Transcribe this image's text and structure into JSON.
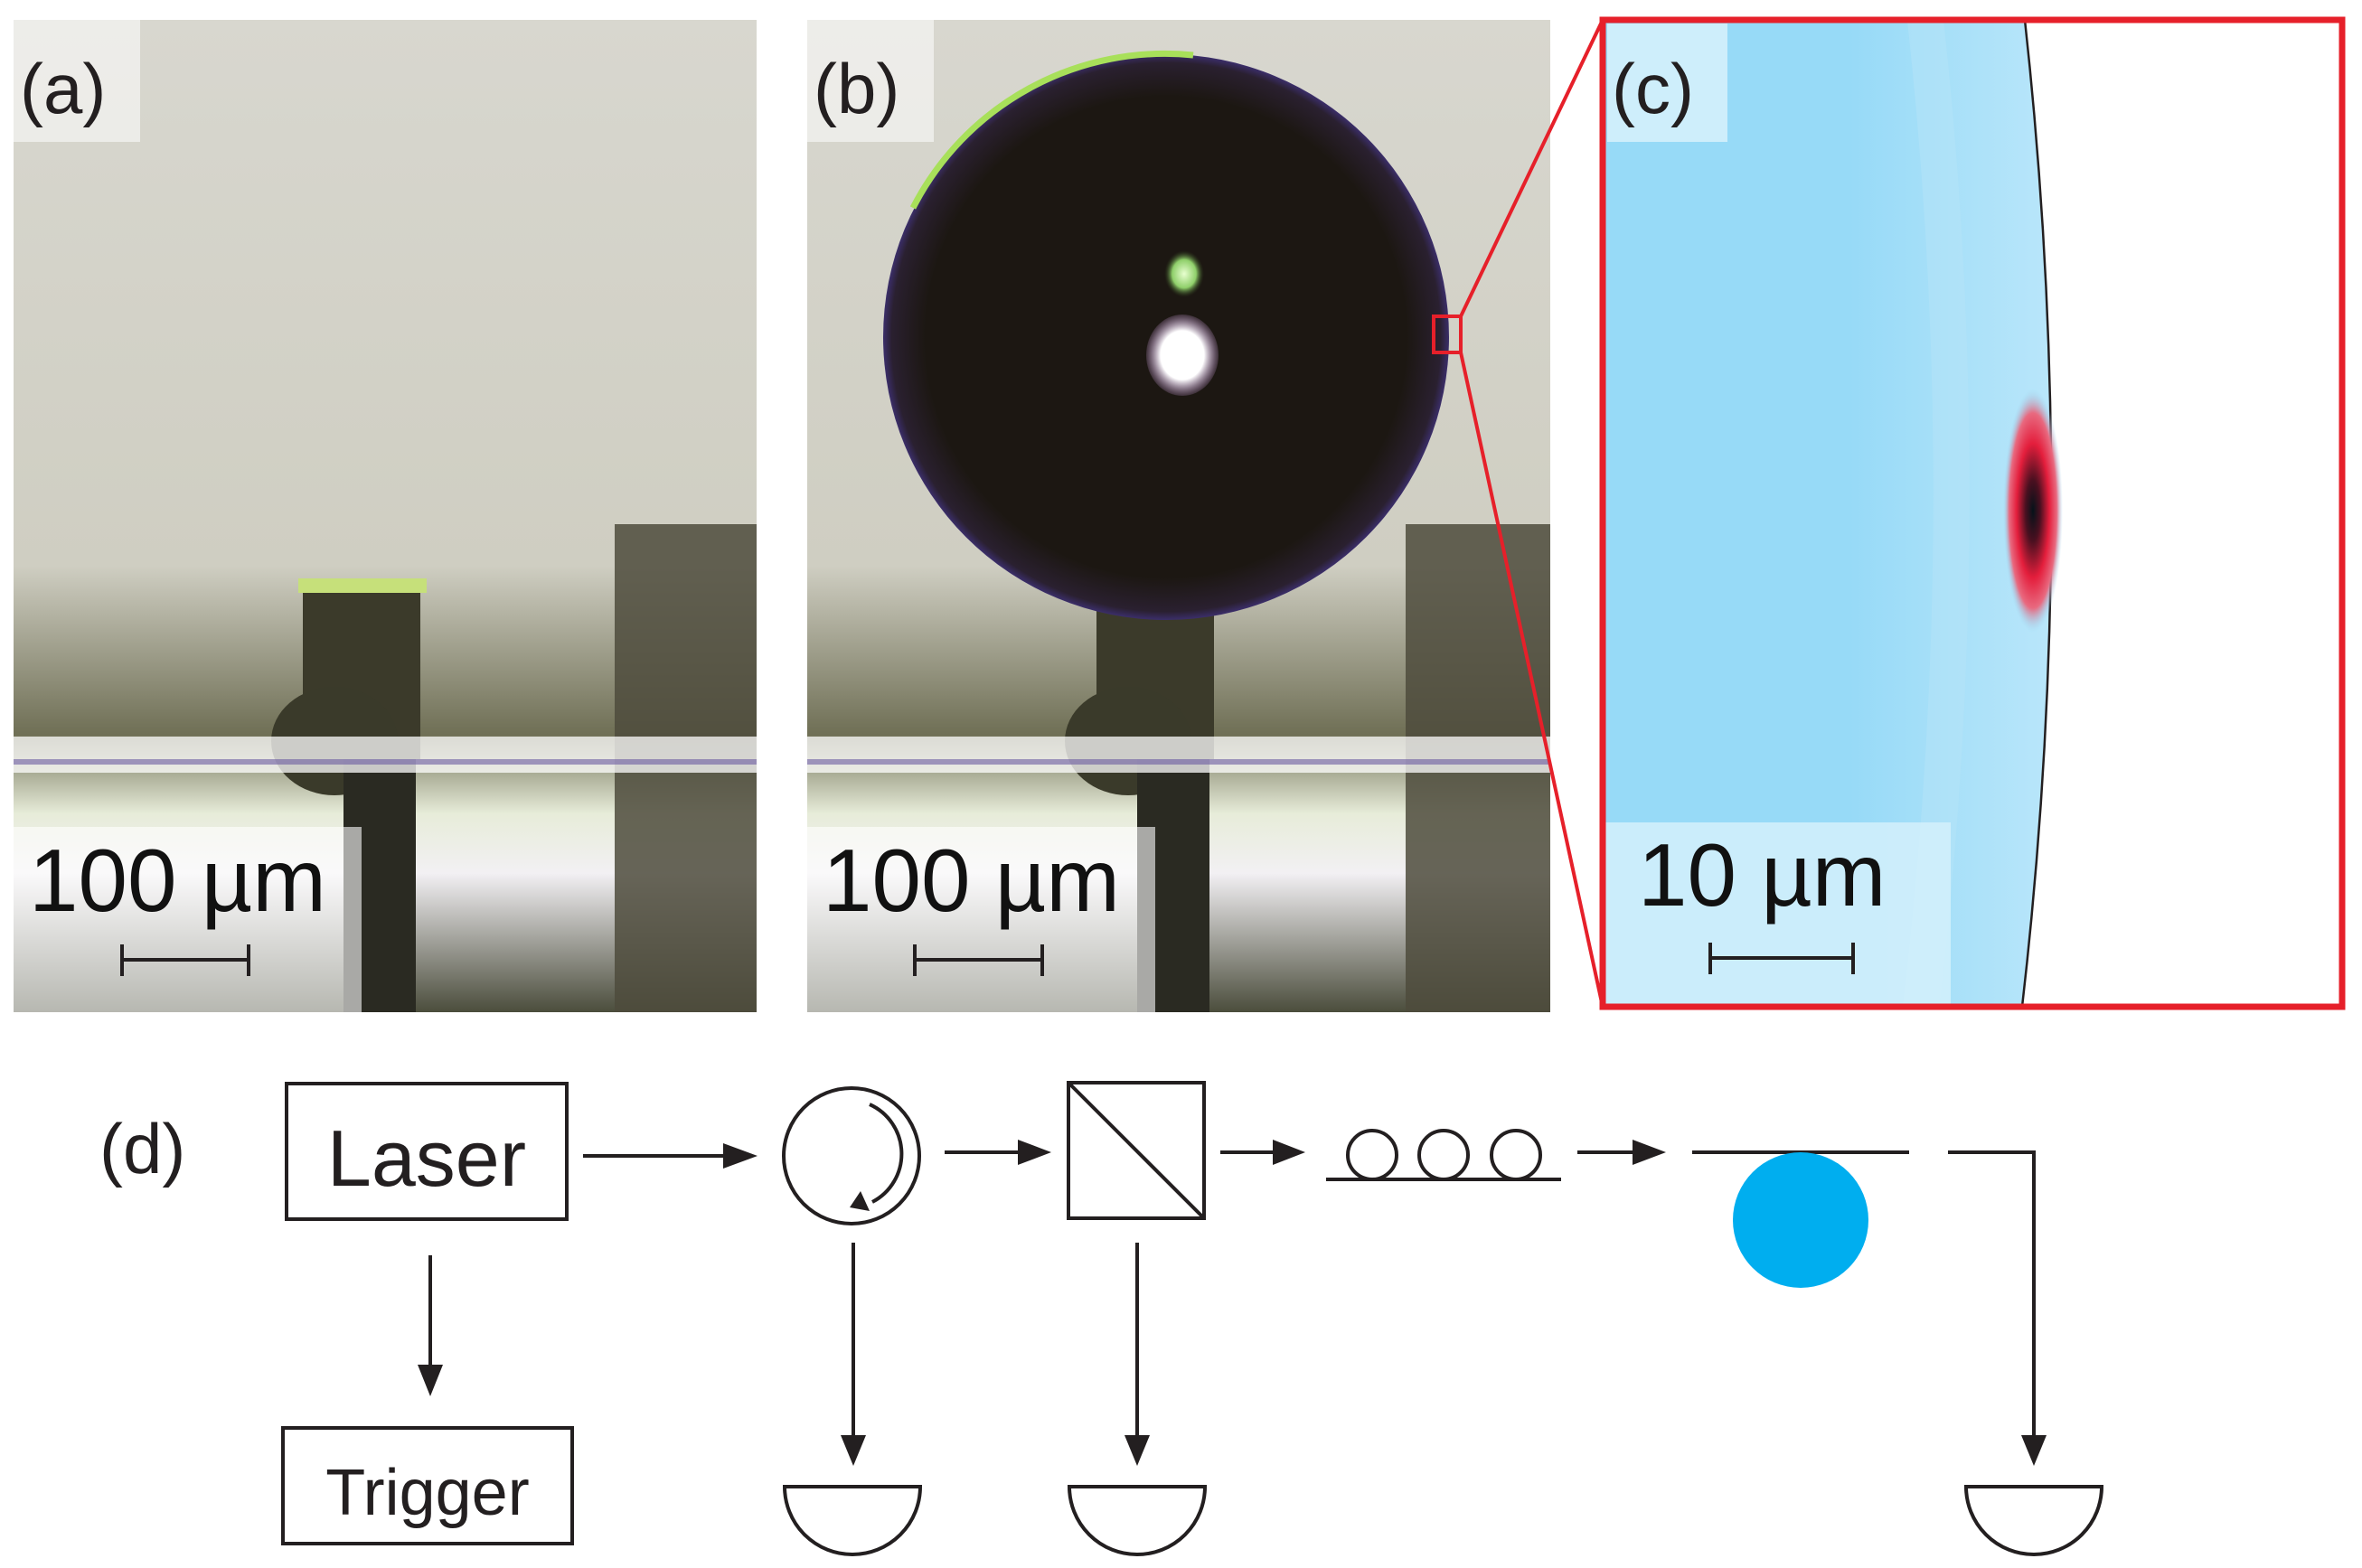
{
  "panels": {
    "a": {
      "label": "(a)",
      "scale_label": "100 µm"
    },
    "b": {
      "label": "(b)",
      "scale_label": "100 µm"
    },
    "c": {
      "label": "(c)",
      "scale_label": "10 µm"
    },
    "d": {
      "label": "(d)"
    }
  },
  "setup": {
    "laser_label": "Laser",
    "trigger_label": "Trigger"
  },
  "colors": {
    "zoom_frame": "#e6202a",
    "microsphere": "#00aeef",
    "simulation_inside": "#97daf7",
    "simulation_outer": "#d4f0fb",
    "mode_peak": "#e41e3c",
    "ink": "#231f20"
  },
  "icons": [
    "circulator-icon",
    "beam-splitter-icon",
    "polarization-controller-icon",
    "microsphere-icon",
    "photodetector-icon"
  ]
}
